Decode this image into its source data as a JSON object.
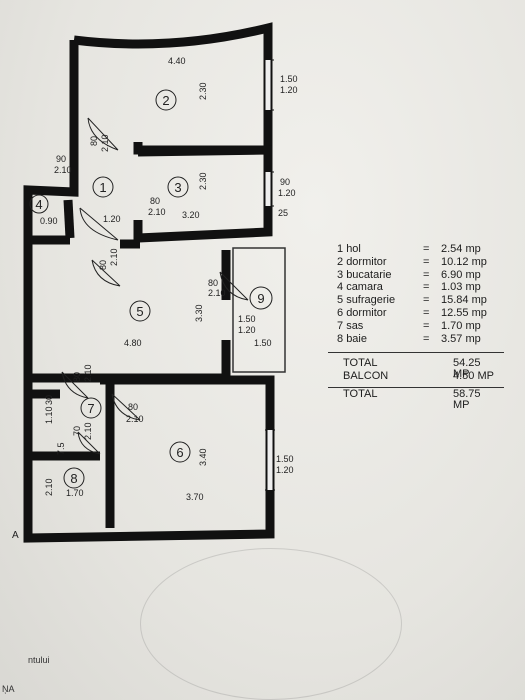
{
  "rooms": [
    {
      "id": "1",
      "name": "hol",
      "area": "2.54 mp"
    },
    {
      "id": "2",
      "name": "dormitor",
      "area": "10.12 mp"
    },
    {
      "id": "3",
      "name": "bucatarie",
      "area": "6.90 mp"
    },
    {
      "id": "4",
      "name": "camara",
      "area": "1.03 mp"
    },
    {
      "id": "5",
      "name": "sufragerie",
      "area": "15.84 mp"
    },
    {
      "id": "6",
      "name": "dormitor",
      "area": "12.55 mp"
    },
    {
      "id": "7",
      "name": "sas",
      "area": "1.70 mp"
    },
    {
      "id": "8",
      "name": "baie",
      "area": "3.57 mp"
    }
  ],
  "totals": {
    "total_label": "TOTAL",
    "total_value": "54.25 MP",
    "balcon_label": "BALCON",
    "balcon_value": "4.50 MP",
    "grand_label": "TOTAL",
    "grand_value": "58.75 MP"
  },
  "room_numbers": [
    "1",
    "2",
    "3",
    "4",
    "5",
    "6",
    "7",
    "8",
    "9"
  ],
  "dimensions": {
    "r2_width": "4.40",
    "r2_height": "2.30",
    "r2_window": "1.50",
    "r2_window_h": "1.20",
    "r1_door": "80",
    "r1_door_h": "2.10",
    "r1_door2": "90",
    "r1_door2_h": "2.10",
    "r4_w": "0.90",
    "r1_w": "1.20",
    "r3_door": "80",
    "r3_door_h": "2.10",
    "r3_width": "3.20",
    "r3_height": "2.30",
    "r3_window": "90",
    "r3_window_h": "1.20",
    "r3_extra": "25",
    "r5_door": "80",
    "r5_door_h": "2.10",
    "r5_width": "4.80",
    "r5_height": "3.30",
    "r9_door": "80",
    "r9_door_h": "2.10",
    "r9_window": "1.50",
    "r9_window_h": "1.20",
    "r9_width": "1.50",
    "r7_door": "80",
    "r7_door_h": "2.10",
    "r7_h": "1.10",
    "r7_w": "30",
    "r6_door": "80",
    "r6_door_h": "2.10",
    "r6_height": "3.40",
    "r6_width": "3.70",
    "r6_window": "1.50",
    "r6_window_h": "1.20",
    "r8_door": "70",
    "r8_door_h": "2.10",
    "r8_w": "1.70",
    "r8_h": "2.10",
    "r8_side": "7.5"
  },
  "footer": {
    "left_fragment": "A",
    "bottom_fragment": "ntului",
    "corner_fragment": "ŅA"
  }
}
